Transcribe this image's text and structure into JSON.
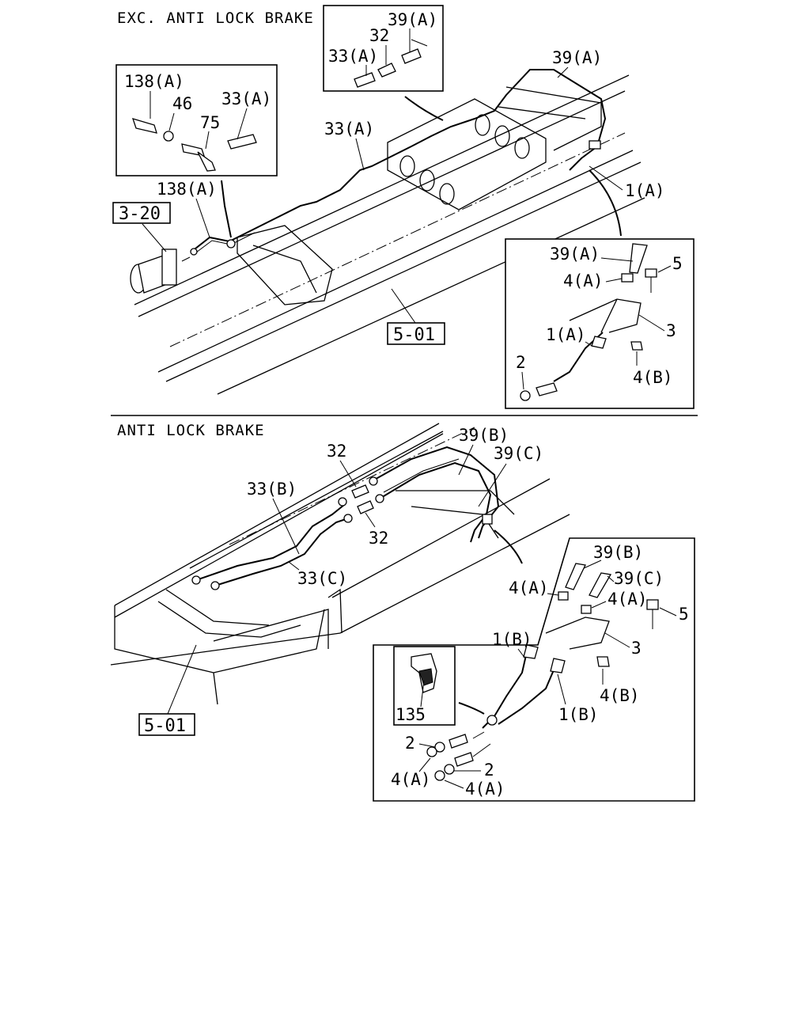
{
  "sections": {
    "upper_title": "EXC. ANTI LOCK BRAKE",
    "lower_title": "ANTI LOCK BRAKE"
  },
  "upper": {
    "ref_3_20": "3-20",
    "ref_5_01": "5-01",
    "callouts": {
      "p39a_top": "39(A)",
      "p32_top": "32",
      "p33a_top": "33(A)",
      "p138a_inset": "138(A)",
      "p46": "46",
      "p75": "75",
      "p33a_inset": "33(A)",
      "p39a_main": "39(A)",
      "p33a_main": "33(A)",
      "p138a_main": "138(A)",
      "p1a_main": "1(A)",
      "p39a_detail": "39(A)",
      "p5_detail": "5",
      "p4a_detail": "4(A)",
      "p3_detail": "3",
      "p1a_detail": "1(A)",
      "p2_detail": "2",
      "p4b_detail": "4(B)"
    }
  },
  "lower": {
    "ref_5_01": "5-01",
    "callouts": {
      "p39b_main": "39(B)",
      "p39c_main": "39(C)",
      "p32_upper": "32",
      "p33b_main": "33(B)",
      "p32_lower": "32",
      "p33c_main": "33(C)",
      "p39b_detail": "39(B)",
      "p4a_detail_left": "4(A)",
      "p39c_detail": "39(C)",
      "p4a_detail_right": "4(A)",
      "p5_detail": "5",
      "p1b_detail_left": "1(B)",
      "p3_detail": "3",
      "p4b_detail": "4(B)",
      "p1b_detail_right": "1(B)",
      "p135": "135",
      "p2_detail_upper": "2",
      "p2_detail_lower": "2",
      "p4a_detail_bottom_left": "4(A)",
      "p4a_detail_bottom_right": "4(A)"
    }
  }
}
